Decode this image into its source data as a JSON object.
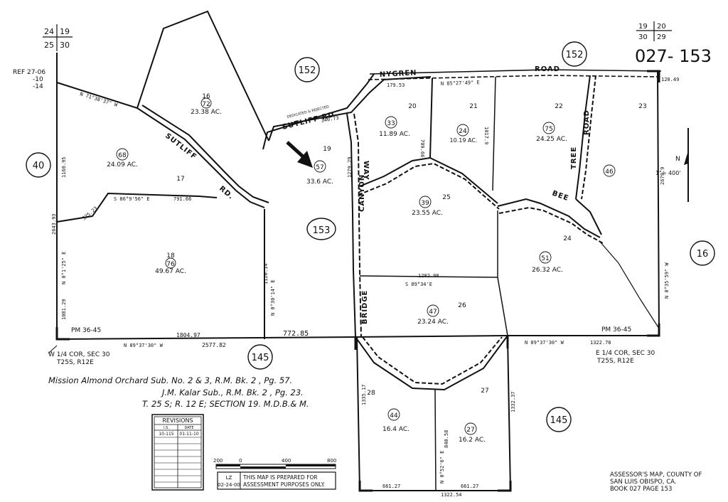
{
  "header": {
    "map_number": "027- 153",
    "corner_nw": {
      "tl": "24",
      "tr": "19",
      "bl": "25",
      "br": "30"
    },
    "corner_ne": {
      "tl": "19",
      "tr": "20",
      "bl": "30",
      "br": "29"
    },
    "ref": [
      "REF 27-06",
      "-10",
      "-14"
    ]
  },
  "book_circles": {
    "west": "40",
    "north_a": "152",
    "north_b": "152",
    "center": "153",
    "south_a": "145",
    "south_b": "145",
    "east": "16"
  },
  "roads": {
    "nygren": "NYGREN",
    "road": "ROAD",
    "sutliff_rd_label": "SUTLIFF   RD",
    "sutliff": "SUTLIFF",
    "rd": "RD.",
    "canyon": "CANYON",
    "way": "WAY",
    "bridge": "BRIDGE",
    "bee": "BEE",
    "tree": "TREE",
    "road_vertical": "ROAD",
    "dedicated_note": "DEDICATED & REJECTED"
  },
  "parcels": [
    {
      "lot": "16",
      "num": "72",
      "acres": "23.38 AC."
    },
    {
      "lot": "17",
      "num": "68",
      "acres": "24.09 AC."
    },
    {
      "lot": "18",
      "num": "76",
      "acres": "49.67 AC."
    },
    {
      "lot": "19",
      "num": "57",
      "acres": "33.6 AC."
    },
    {
      "lot": "20",
      "num": "33",
      "acres": "11.89 AC."
    },
    {
      "lot": "21",
      "num": "24",
      "acres": "10.19 AC."
    },
    {
      "lot": "22",
      "num": "75",
      "acres": "24.25 AC."
    },
    {
      "lot": "23",
      "num": "46",
      "acres": ""
    },
    {
      "lot": "25",
      "num": "39",
      "acres": "23.55 AC."
    },
    {
      "lot": "24",
      "num": "51",
      "acres": "26.32 AC."
    },
    {
      "lot": "26",
      "num": "47",
      "acres": "23.24 AC."
    },
    {
      "lot": "28",
      "num": "44",
      "acres": "16.4 AC."
    },
    {
      "lot": "27",
      "num": "27",
      "acres": "16.2 AC."
    }
  ],
  "bearings": {
    "b1": "N 71°38'37\" W",
    "b2": "N 85°27'49\" E",
    "b3": "S 86°9'56\" E",
    "b4": "N 0°30'14\" E",
    "b5": "S 89°34'E",
    "b6": "N 89°37'30\" W",
    "b7": "N 89°37'30\" W",
    "b8": "N 0°35'59\" W",
    "b9": "N 0°1'25\" E",
    "b10": "N 0°52'6\" E"
  },
  "distances": {
    "d1": "1804.97",
    "d2": "2577.82",
    "d3": "772.85",
    "d4": "1322.78",
    "d5": "1282.98",
    "d6": "1322.54",
    "d7": "661.27",
    "d8": "661.27",
    "d9": "1335.17",
    "d10": "1332.37",
    "d11": "1160.95",
    "d12": "2643.93",
    "d13": "1081.29",
    "d14": "1120.14",
    "d15": "1279.29",
    "d16": "2679.9",
    "d17": "840.58",
    "d18": "120.49",
    "d19": "179.53",
    "d20": "709.66",
    "d21": "1017.9",
    "d22": "791.66",
    "d23": "340.73",
    "d24": "325.23"
  },
  "pm": {
    "west": "PM 36-45",
    "east": "PM 36-45"
  },
  "corners": {
    "west_line1": "W 1/4 COR, SEC 30",
    "west_line2": "T25S, R12E",
    "east_line1": "E 1/4 COR, SEC 30",
    "east_line2": "T25S, R12E"
  },
  "legend": {
    "line1": "Mission Almond Orchard Sub. No. 2 & 3, R.M. Bk. 2  , Pg. 57.",
    "line2": "J.M. Kalar Sub., R.M. Bk. 2  , Pg. 23.",
    "line3": "T. 25 S; R. 12 E; SECTION 19. M.D.B.& M."
  },
  "revisions": {
    "title": "REVISIONS",
    "col1": "I.S.",
    "col2": "DATE",
    "row1_is": "10-115",
    "row1_date": "01-11-10"
  },
  "scale": {
    "t0": "200",
    "t1": "0",
    "t2": "400",
    "t3": "800",
    "ratio": "1\"= 400'",
    "north": "N"
  },
  "stamp": {
    "initials": "LZ",
    "date": "02-24-00",
    "note1": "THIS MAP IS PREPARED FOR",
    "note2": "ASSESSMENT PURPOSES ONLY."
  },
  "footer": {
    "line1": "ASSESSOR'S MAP, COUNTY OF",
    "line2": "SAN LUIS OBISPO, CA.",
    "line3": "BOOK 027 PAGE 153"
  }
}
